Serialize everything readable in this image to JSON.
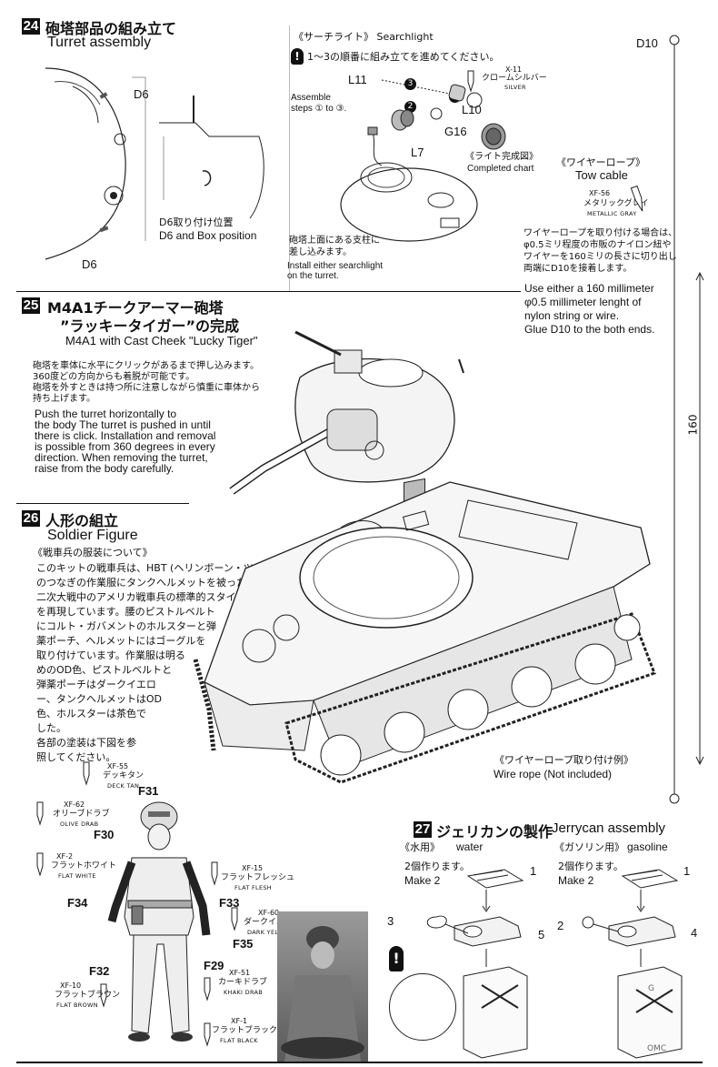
{
  "step24": {
    "num": "24",
    "title_jp": "砲塔部品の組み立て",
    "title_en": "Turret assembly",
    "parts": {
      "d6_a": "D6",
      "d6_b": "D6"
    },
    "d6_position_jp": "D6取り付け位置",
    "d6_position_en": "D6 and Box position"
  },
  "searchlight": {
    "heading": "《サーチライト》 Searchlight",
    "order_jp": "1～3の順番に組み立てを進めてください。",
    "order_en_1": "Assemble",
    "order_en_2": "steps ① to ③.",
    "parts": {
      "l11": "L11",
      "l10": "L10",
      "l7": "L7",
      "g16": "G16"
    },
    "step_markers": [
      "1",
      "2",
      "3"
    ],
    "paint_code": "X-11",
    "paint_jp": "クロームシルバー",
    "paint_en": "SILVER",
    "completed_jp": "《ライト完成図》",
    "completed_en": "Completed chart",
    "install_jp_1": "砲塔上面にある支柱に",
    "install_jp_2": "差し込みます。",
    "install_en_1": "Install either searchlight",
    "install_en_2": "on the turret."
  },
  "wire": {
    "part": "D10",
    "heading_jp": "《ワイヤーロープ》",
    "heading_en": "Tow cable",
    "paint_code": "XF-56",
    "paint_jp": "メタリックグレイ",
    "paint_en": "METALLIC GRAY",
    "jp_1": "ワイヤーロープを取り付ける場合は、",
    "jp_2": "φ0.5ミリ程度の市販のナイロン紐や",
    "jp_3": "ワイヤーを160ミリの長さに切り出し",
    "jp_4": "両端にD10を接着します。",
    "en_1": "Use either a 160 millimeter",
    "en_2": "φ0.5 millimeter lenght of",
    "en_3": "nylon   string or wire.",
    "en_4": "Glue D10 to the both ends.",
    "length": "160"
  },
  "step25": {
    "num": "25",
    "title_jp_1": "M4A1チークアーマー砲塔",
    "title_jp_2": "”ラッキータイガー”の完成",
    "title_en": "M4A1 with Cast Cheek  \"Lucky Tiger\"",
    "jp_1": "砲塔を車体に水平にクリックがあるまで押し込みます。",
    "jp_2": "360度どの方向からも着脱が可能です。",
    "jp_3": "砲塔を外すときは持つ所に注意しながら慎重に車体から",
    "jp_4": "持ち上げます。",
    "en_1": "Push the turret horizontally to",
    "en_2": "the body The turret is pushed in until",
    "en_3": "there is click. Installation and removal",
    "en_4": "is possible from 360 degrees in every",
    "en_5": "direction. When removing the turret,",
    "en_6": "raise from the body carefully."
  },
  "step26": {
    "num": "26",
    "title_jp": "人形の組立",
    "title_en": "Soldier Figure",
    "uniform_heading": "《戦車兵の服装について》",
    "uniform_lines": [
      "このキットの戦車兵は、HBT (ヘリンボーン・ツィル)",
      "のつなぎの作業服にタンクヘルメットを被った第",
      "二次大戦中のアメリカ戦車兵の標準的スタイル",
      "を再現しています。腰のピストルベルト",
      "にコルト・ガバメントのホルスターと弾",
      "薬ポーチ、ヘルメットにはゴーグルを",
      "取り付けています。作業服は明る",
      "めのOD色、ピストルベルトと",
      "弾薬ポーチはダークイエロ",
      "ー、タンクヘルメットはOD",
      "色、ホルスターは茶色で",
      "した。",
      "各部の塗装は下図を参",
      "照してください。"
    ],
    "parts": {
      "f31": "F31",
      "f30": "F30",
      "f34": "F34",
      "f33": "F33",
      "f35": "F35",
      "f32": "F32",
      "f29": "F29"
    },
    "paints": {
      "xf55": {
        "code": "XF-55",
        "jp": "デッキタン",
        "en": "DECK TAN"
      },
      "xf62": {
        "code": "XF-62",
        "jp": "オリーブドラブ",
        "en": "OLIVE DRAB"
      },
      "xf2": {
        "code": "XF-2",
        "jp": "フラットホワイト",
        "en": "FLAT WHITE"
      },
      "xf15": {
        "code": "XF-15",
        "jp": "フラットフレッシュ",
        "en": "FLAT FLESH"
      },
      "xf60": {
        "code": "XF-60",
        "jp": "ダークイエロー",
        "en": "DARK YELLOW"
      },
      "xf51": {
        "code": "XF-51",
        "jp": "カーキドラブ",
        "en": "KHAKI DRAB"
      },
      "xf10": {
        "code": "XF-10",
        "jp": "フラットブラウン",
        "en": "FLAT BROWN"
      },
      "xf1": {
        "code": "XF-1",
        "jp": "フラットブラック",
        "en": "FLAT BLACK"
      }
    }
  },
  "wire_example": {
    "jp": "《ワイヤーロープ取り付け例》",
    "en": "Wire rope (Not included)"
  },
  "step27": {
    "num": "27",
    "title_jp": "ジェリカンの製作",
    "title_en": "Jerrycan assembly",
    "water_jp": "《水用》",
    "water_en": "water",
    "gas_jp": "《ガソリン用》",
    "gas_en": "gasoline",
    "make_jp": "2個作ります。",
    "make_en": "Make 2",
    "water_parts": [
      "1",
      "3",
      "5"
    ],
    "gas_parts": [
      "1",
      "2",
      "4"
    ],
    "can_mark": "OMC",
    "can_letter": "G"
  }
}
